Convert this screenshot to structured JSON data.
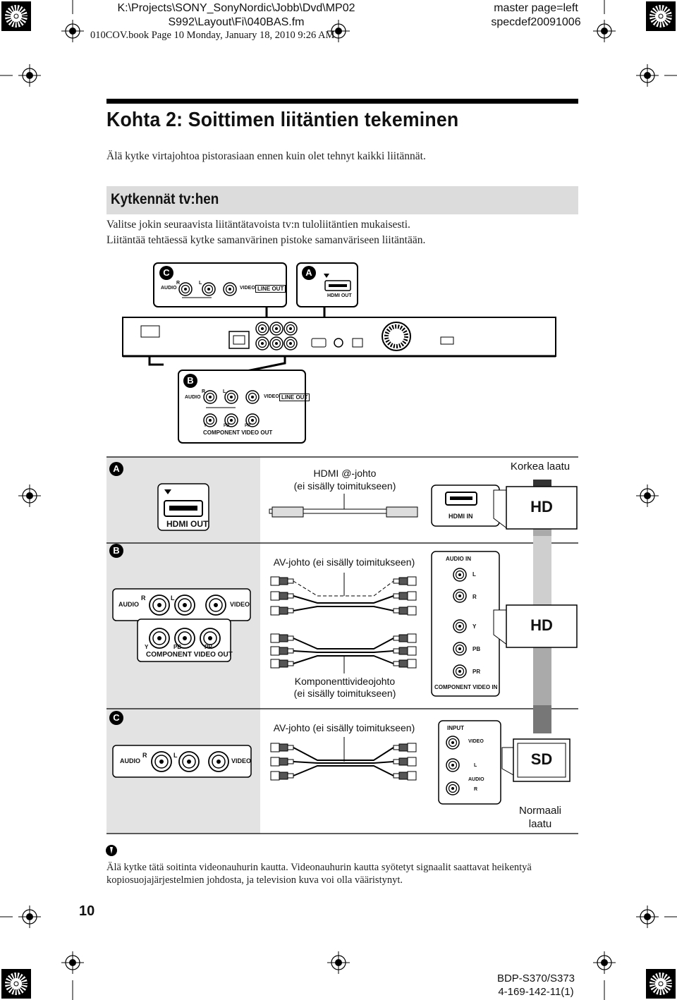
{
  "header": {
    "file_path_line1": "K:\\Projects\\SONY_SonyNordic\\Jobb\\Dvd\\MP02",
    "file_path_line2": "S992\\Layout\\Fi\\040BAS.fm",
    "master_line1": "master page=left",
    "master_line2": "specdef20091006",
    "book_info": "010COV.book  Page 10  Monday, January 18, 2010  9:26 AM"
  },
  "title": "Kohta 2: Soittimen liitäntien tekeminen",
  "intro": "Älä kytke virtajohtoa pistorasiaan ennen kuin olet tehnyt kaikki liitännät.",
  "section": {
    "heading": "Kytkennät tv:hen",
    "line1": "Valitse jokin seuraavista liitäntätavoista tv:n tuloliitäntien mukaisesti.",
    "line2": "Liitäntää tehtäessä kytke samanvärinen pistoke samanväriseen liitäntään."
  },
  "diagram": {
    "markers": {
      "a": "A",
      "b": "B",
      "c": "C"
    },
    "ports": {
      "audio": "AUDIO",
      "r": "R",
      "l": "L",
      "video": "VIDEO",
      "line_out": "LINE OUT",
      "hdmi_out": "HDMI OUT",
      "hdmi_in": "HDMI IN",
      "y": "Y",
      "pb": "PB",
      "pr": "PR",
      "component_out": "COMPONENT VIDEO OUT",
      "component_in": "COMPONENT VIDEO IN",
      "audio_in": "AUDIO IN",
      "input": "INPUT"
    },
    "cables": {
      "hdmi_line1": "HDMI @-johto",
      "hdmi_line2": "(ei sisälly toimitukseen)",
      "av_cable_b": "AV-johto (ei sisälly toimitukseen)",
      "component_line1": "Komponenttivideojohto",
      "component_line2": "(ei sisälly toimitukseen)",
      "av_cable_c": "AV-johto (ei sisälly toimitukseen)"
    },
    "quality": {
      "high": "Korkea laatu",
      "normal_line1": "Normaali",
      "normal_line2": "laatu",
      "hd": "HD",
      "sd": "SD"
    }
  },
  "note": {
    "line1": "Älä kytke tätä soitinta videonauhurin kautta. Videonauhurin kautta syötetyt signaalit saattavat heikentyä",
    "line2": "kopiosuojajärjestelmien johdosta, ja television kuva voi olla vääristynyt."
  },
  "page_number": "10",
  "footer": {
    "model": "BDP-S370/S373",
    "code": "4-169-142-11(1)"
  }
}
